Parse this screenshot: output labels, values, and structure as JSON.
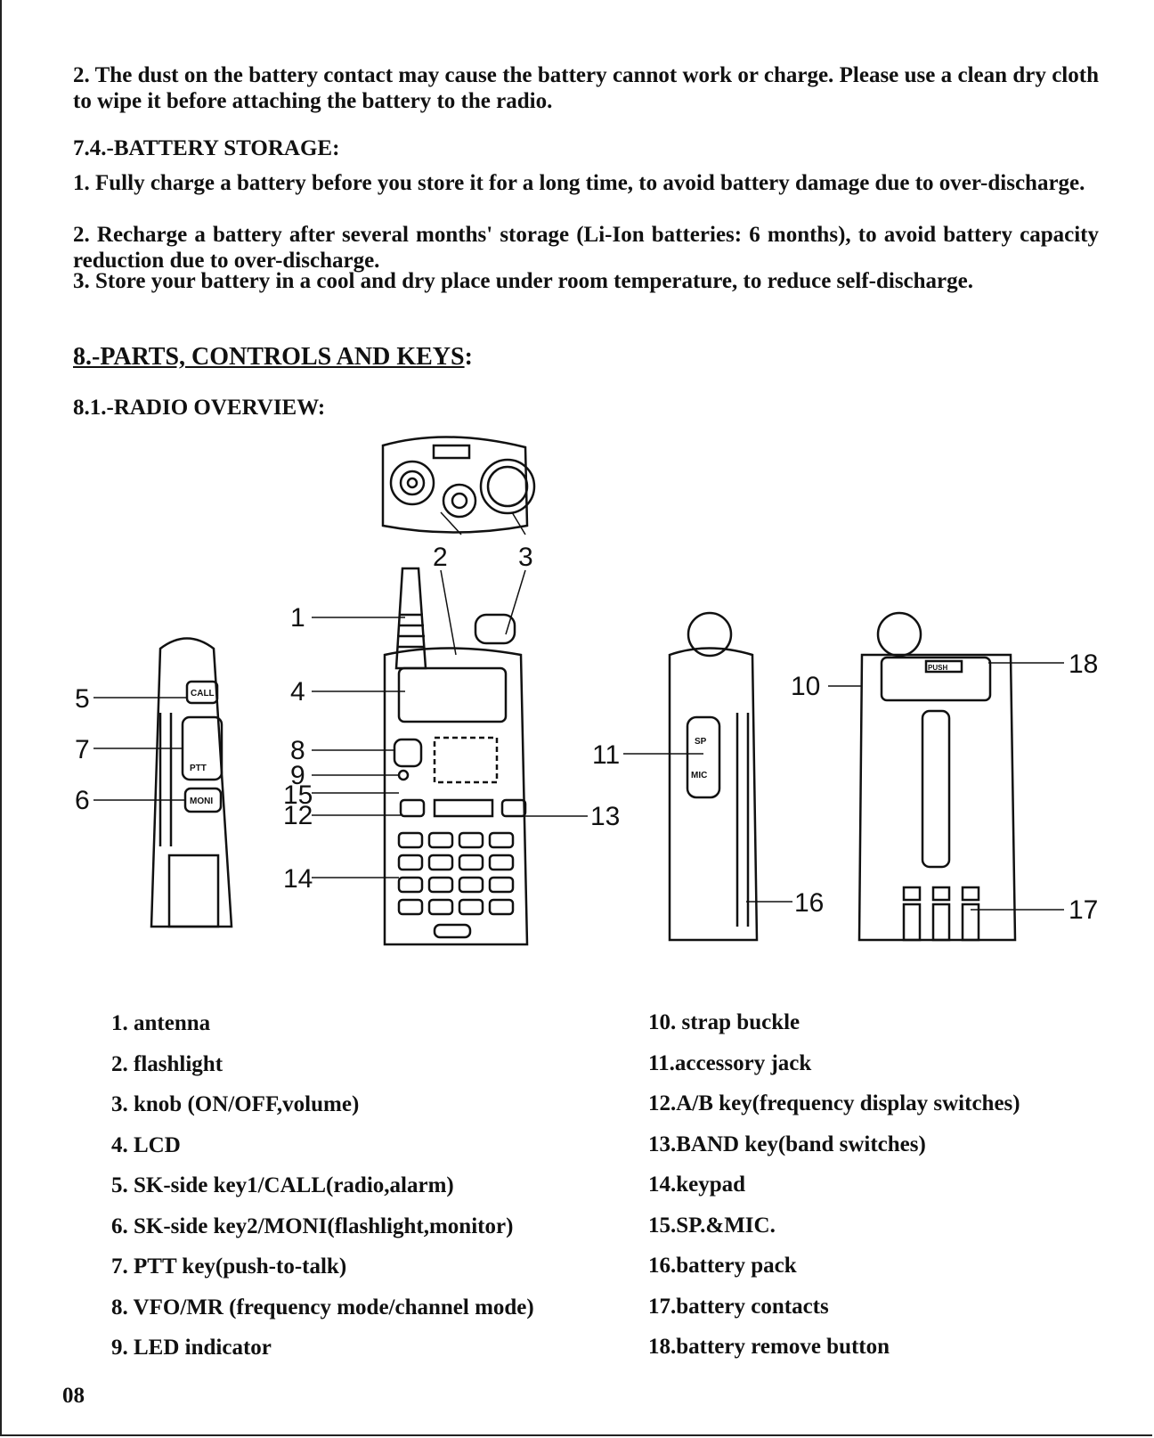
{
  "intro_paragraph": "2. The dust on the battery contact may cause the battery cannot work or charge. Please use a clean dry cloth to wipe it before attaching the battery to the radio.",
  "storage": {
    "heading": "7.4.-BATTERY STORAGE:",
    "items": [
      "1. Fully charge a battery before you store it for a long time, to avoid battery damage due to over-discharge.",
      "2. Recharge a battery after several months' storage (Li-Ion batteries: 6 months), to avoid battery capacity reduction due to over-discharge.",
      "3. Store your battery in a cool and dry place under room temperature, to reduce self-discharge."
    ]
  },
  "section": {
    "heading": "8.-PARTS, CONTROLS AND KEYS",
    "heading_suffix": ":",
    "subheading": "8.1.-RADIO OVERVIEW:"
  },
  "diagram": {
    "callouts": [
      "1",
      "2",
      "3",
      "4",
      "5",
      "6",
      "7",
      "8",
      "9",
      "10",
      "11",
      "12",
      "13",
      "14",
      "15",
      "16",
      "17",
      "18"
    ],
    "device_labels": {
      "call": "CALL",
      "ptt": "PTT",
      "moni": "MONI",
      "sp": "SP",
      "mic": "MIC",
      "push": "PUSH"
    }
  },
  "parts_left": [
    "1. antenna",
    "2. flashlight",
    "3. knob (ON/OFF,volume)",
    "4. LCD",
    "5. SK-side key1/CALL(radio,alarm)",
    "6. SK-side key2/MONI(flashlight,monitor)",
    "7. PTT key(push-to-talk)",
    "8. VFO/MR (frequency mode/channel mode)",
    "9. LED indicator"
  ],
  "parts_right": [
    "10. strap buckle",
    "11.accessory jack",
    "12.A/B key(frequency display switches)",
    "13.BAND key(band switches)",
    "14.keypad",
    "15.SP.&MIC.",
    "16.battery pack",
    "17.battery contacts",
    "18.battery remove button"
  ],
  "page_number": "08"
}
